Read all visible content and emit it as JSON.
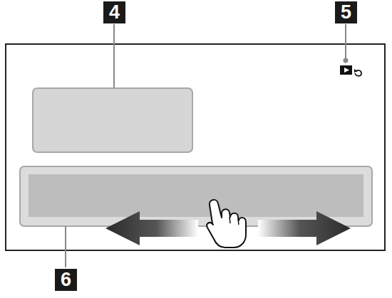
{
  "diagram": {
    "labels": [
      "4",
      "5",
      "6"
    ]
  }
}
